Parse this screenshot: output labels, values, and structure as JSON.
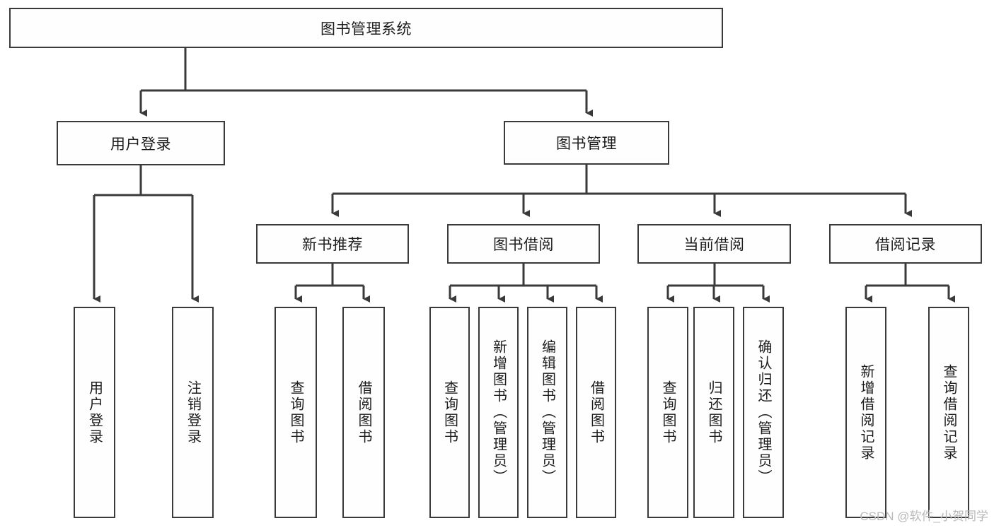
{
  "diagram": {
    "type": "tree",
    "title": "图书管理系统",
    "orientation": "top-down",
    "root": {
      "id": "root",
      "label": "图书管理系统"
    },
    "level2": [
      {
        "id": "user-login",
        "label": "用户登录"
      },
      {
        "id": "book-management",
        "label": "图书管理"
      }
    ],
    "level3": [
      {
        "id": "new-book-recommend",
        "label": "新书推荐",
        "parent": "book-management"
      },
      {
        "id": "book-borrow",
        "label": "图书借阅",
        "parent": "book-management"
      },
      {
        "id": "current-borrow",
        "label": "当前借阅",
        "parent": "book-management"
      },
      {
        "id": "borrow-record",
        "label": "借阅记录",
        "parent": "book-management"
      }
    ],
    "leaves": {
      "user_login": [
        {
          "id": "leaf-user-login",
          "label": "用户登录"
        },
        {
          "id": "leaf-logout",
          "label": "注销登录"
        }
      ],
      "new_book_recommend": [
        {
          "id": "leaf-query-book-1",
          "label": "查询图书"
        },
        {
          "id": "leaf-borrow-book-1",
          "label": "借阅图书"
        }
      ],
      "book_borrow": [
        {
          "id": "leaf-query-book-2",
          "label": "查询图书"
        },
        {
          "id": "leaf-add-book",
          "label": "新增图书（管理员）"
        },
        {
          "id": "leaf-edit-book",
          "label": "编辑图书（管理员）"
        },
        {
          "id": "leaf-borrow-book-2",
          "label": "借阅图书"
        }
      ],
      "current_borrow": [
        {
          "id": "leaf-query-book-3",
          "label": "查询图书"
        },
        {
          "id": "leaf-return-book",
          "label": "归还图书"
        },
        {
          "id": "leaf-confirm-return",
          "label": "确认归还（管理员）"
        }
      ],
      "borrow_record": [
        {
          "id": "leaf-add-record",
          "label": "新增借阅记录"
        },
        {
          "id": "leaf-query-record",
          "label": "查询借阅记录"
        }
      ]
    },
    "colors": {
      "background": "#ffffff",
      "box_fill": "#fefefe",
      "box_border": "#3a3a3a",
      "connector": "#3a3a3a",
      "text": "#1c1c1c",
      "watermark": "#b9b9b9"
    }
  },
  "watermark": {
    "text": "CSDN @软件_小贺同学"
  }
}
